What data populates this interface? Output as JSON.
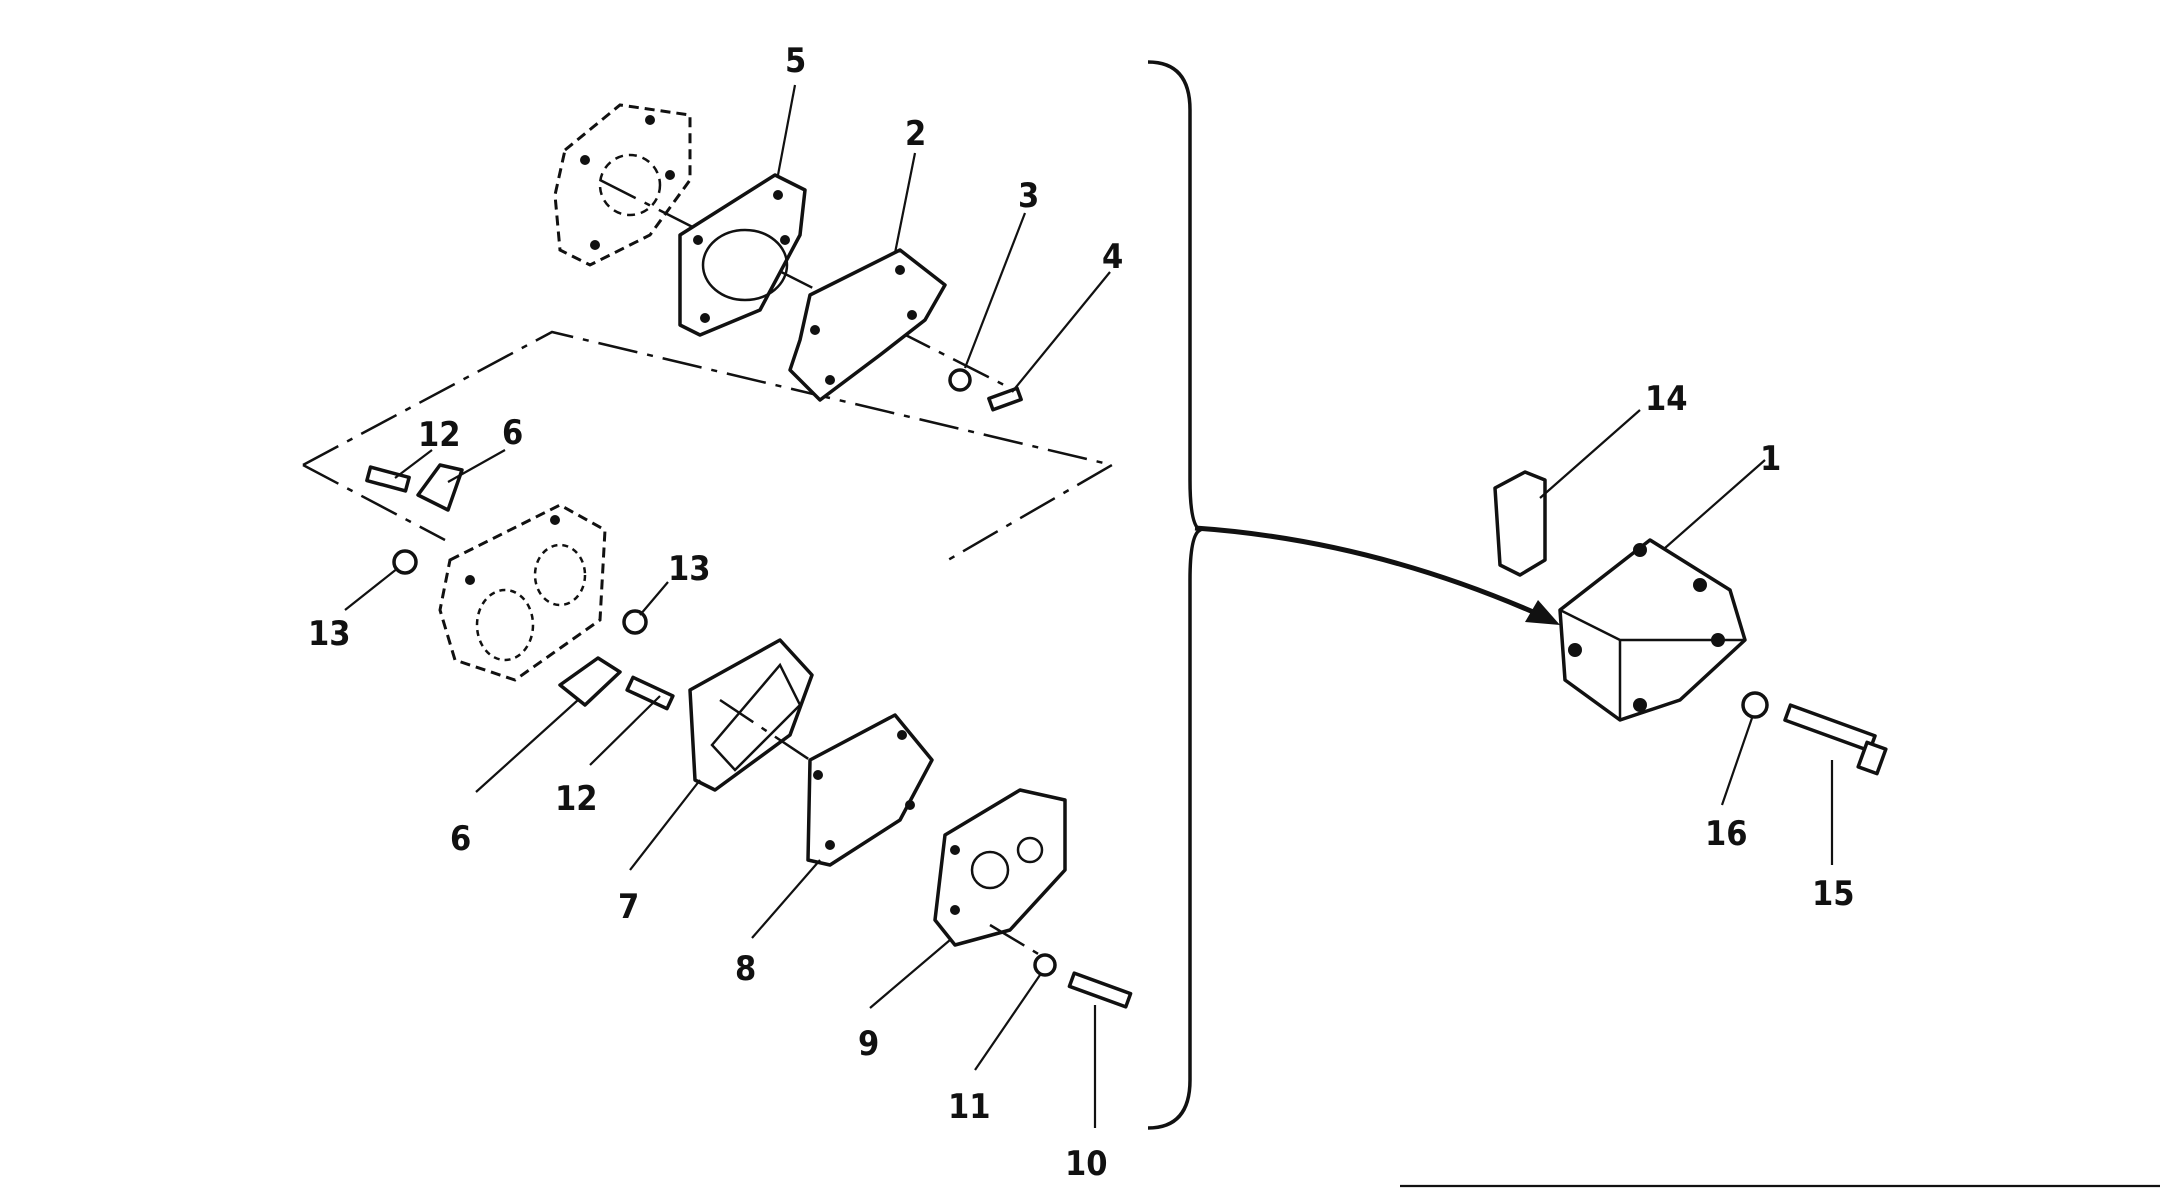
{
  "diagram": {
    "callouts": [
      {
        "id": "c5",
        "label": "5"
      },
      {
        "id": "c2",
        "label": "2"
      },
      {
        "id": "c3",
        "label": "3"
      },
      {
        "id": "c4",
        "label": "4"
      },
      {
        "id": "c12a",
        "label": "12"
      },
      {
        "id": "c6a",
        "label": "6"
      },
      {
        "id": "c13a",
        "label": "13"
      },
      {
        "id": "c13b",
        "label": "13"
      },
      {
        "id": "c6b",
        "label": "6"
      },
      {
        "id": "c12b",
        "label": "12"
      },
      {
        "id": "c7",
        "label": "7"
      },
      {
        "id": "c8",
        "label": "8"
      },
      {
        "id": "c9",
        "label": "9"
      },
      {
        "id": "c11",
        "label": "11"
      },
      {
        "id": "c10",
        "label": "10"
      },
      {
        "id": "c14",
        "label": "14"
      },
      {
        "id": "c1",
        "label": "1"
      },
      {
        "id": "c16",
        "label": "16"
      },
      {
        "id": "c15",
        "label": "15"
      }
    ]
  }
}
